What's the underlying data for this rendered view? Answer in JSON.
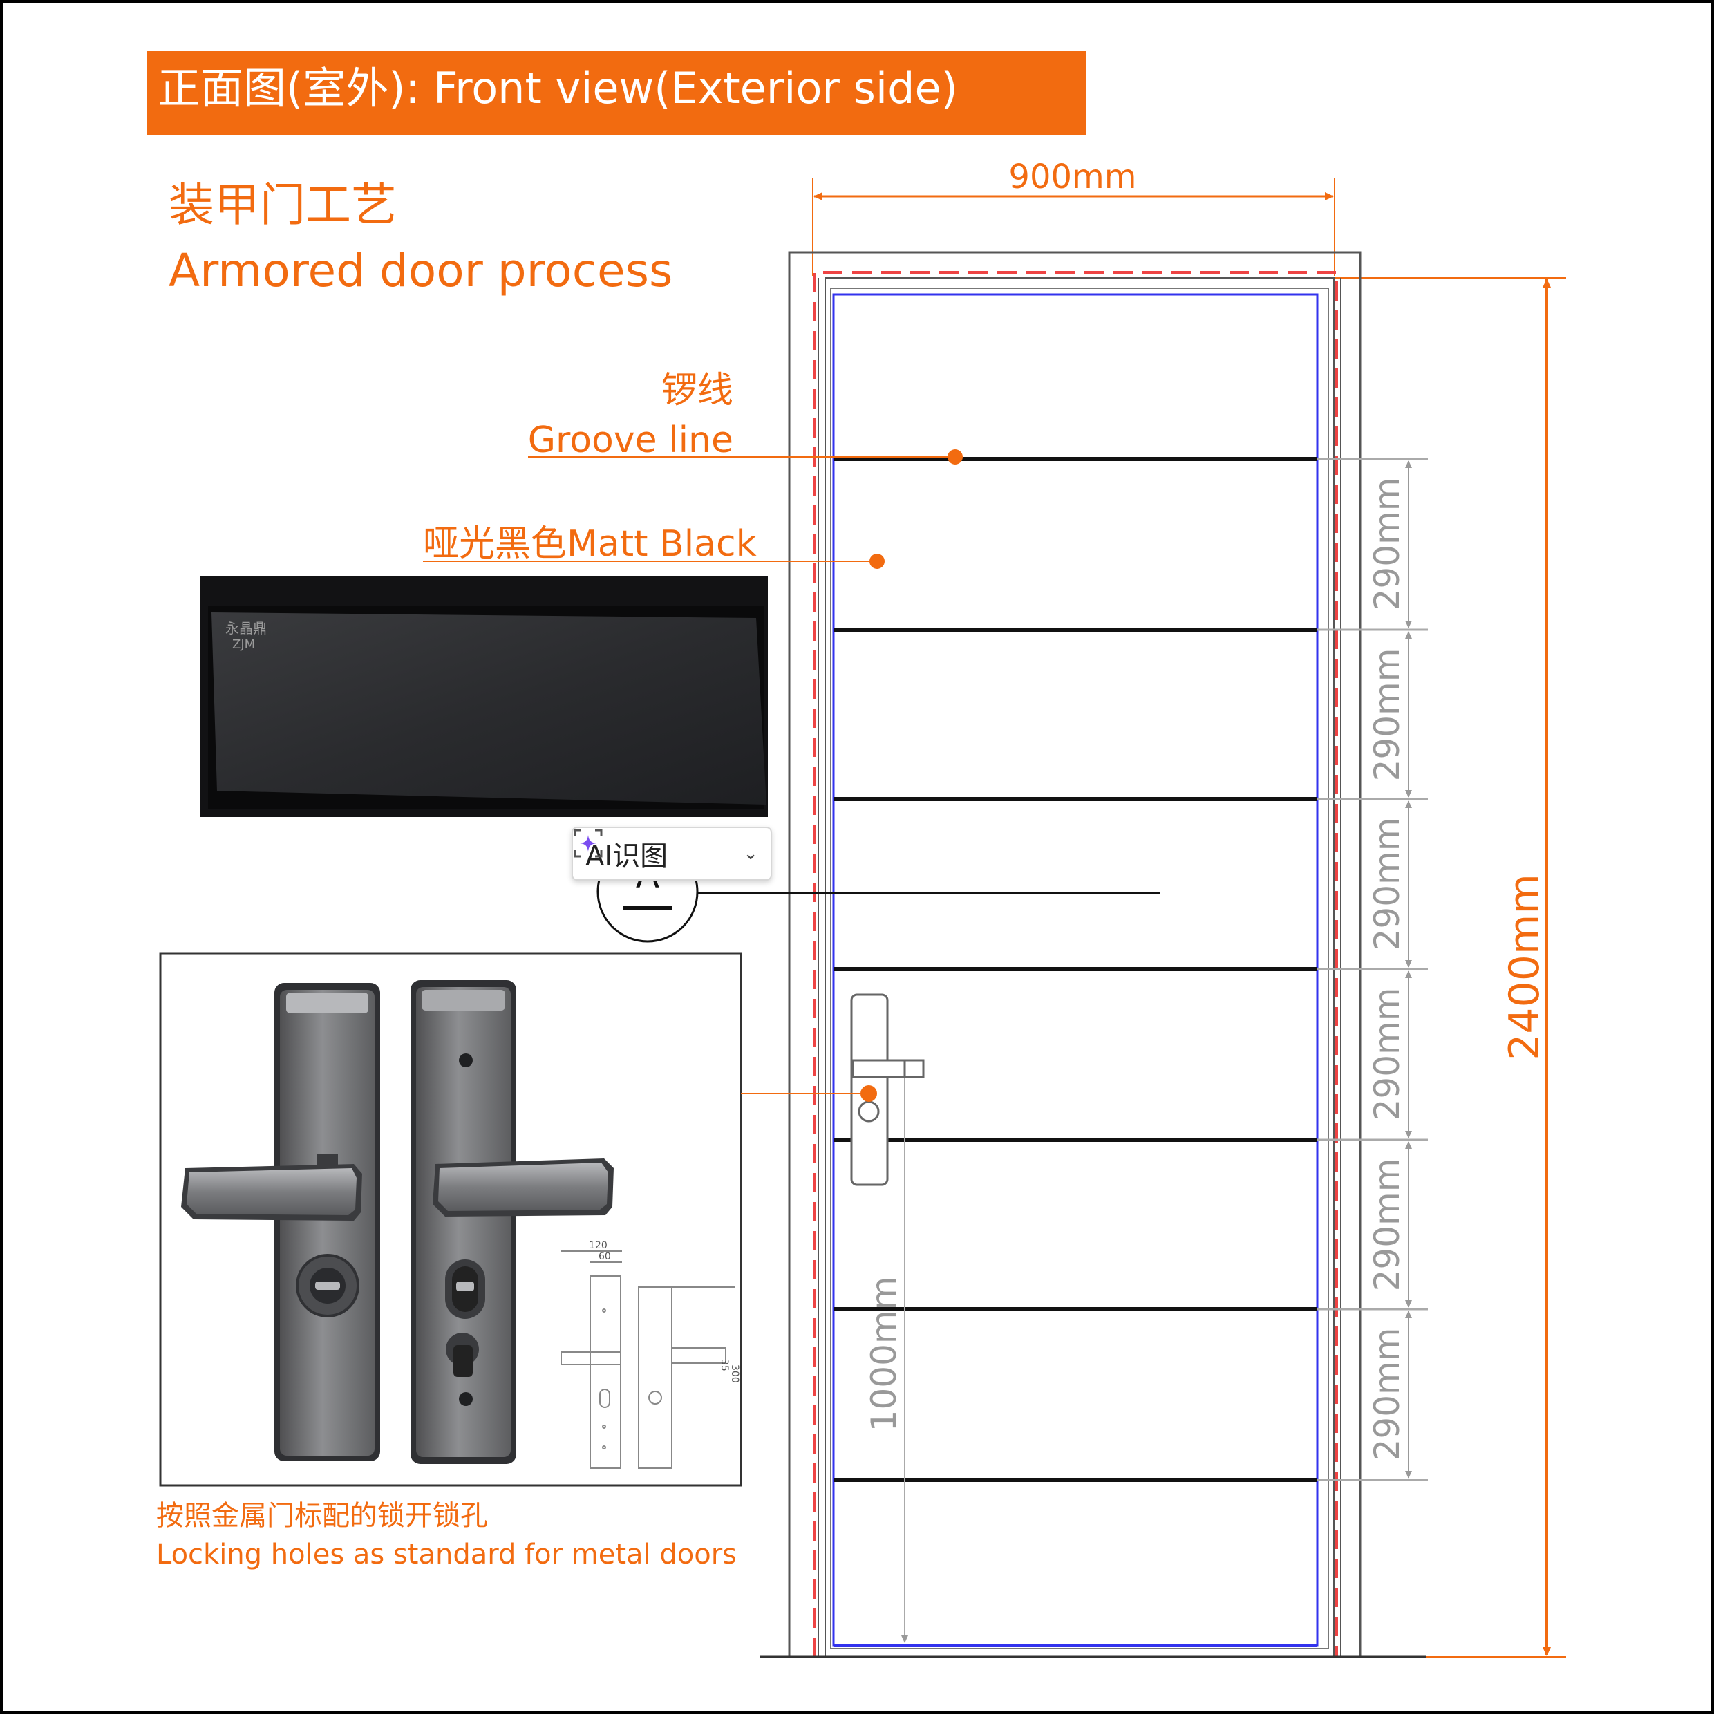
{
  "header": {
    "title": "正面图(室外): Front view(Exterior side)",
    "bg_color": "#F26B10"
  },
  "accent_color": "#F26B10",
  "process": {
    "title_cn": "装甲门工艺",
    "title_en": "Armored door process"
  },
  "callouts": {
    "groove_cn": "锣线",
    "groove_en": "Groove line",
    "matt_black": "哑光黑色Matt Black"
  },
  "lock": {
    "note_cn": "按照金属门标配的锁开锁孔",
    "note_en": "Locking holes as standard for metal doors"
  },
  "sample": {
    "brand_cn": "永晶鼎",
    "brand_en": "ZJM"
  },
  "dimensions": {
    "width": "900mm",
    "height": "2400mm",
    "handle_height": "1000mm",
    "panel_spacing": [
      "290mm",
      "290mm",
      "290mm",
      "290mm",
      "290mm",
      "290mm"
    ]
  },
  "schematic_labels": {
    "d1": "120",
    "d2": "60",
    "d3": "35",
    "d4": "300"
  },
  "ai_button": {
    "label": "AI识图",
    "icon": "sparkle-scan-icon",
    "chevron": "chevron-down-icon"
  },
  "section_marker": {
    "glyph": "A"
  }
}
